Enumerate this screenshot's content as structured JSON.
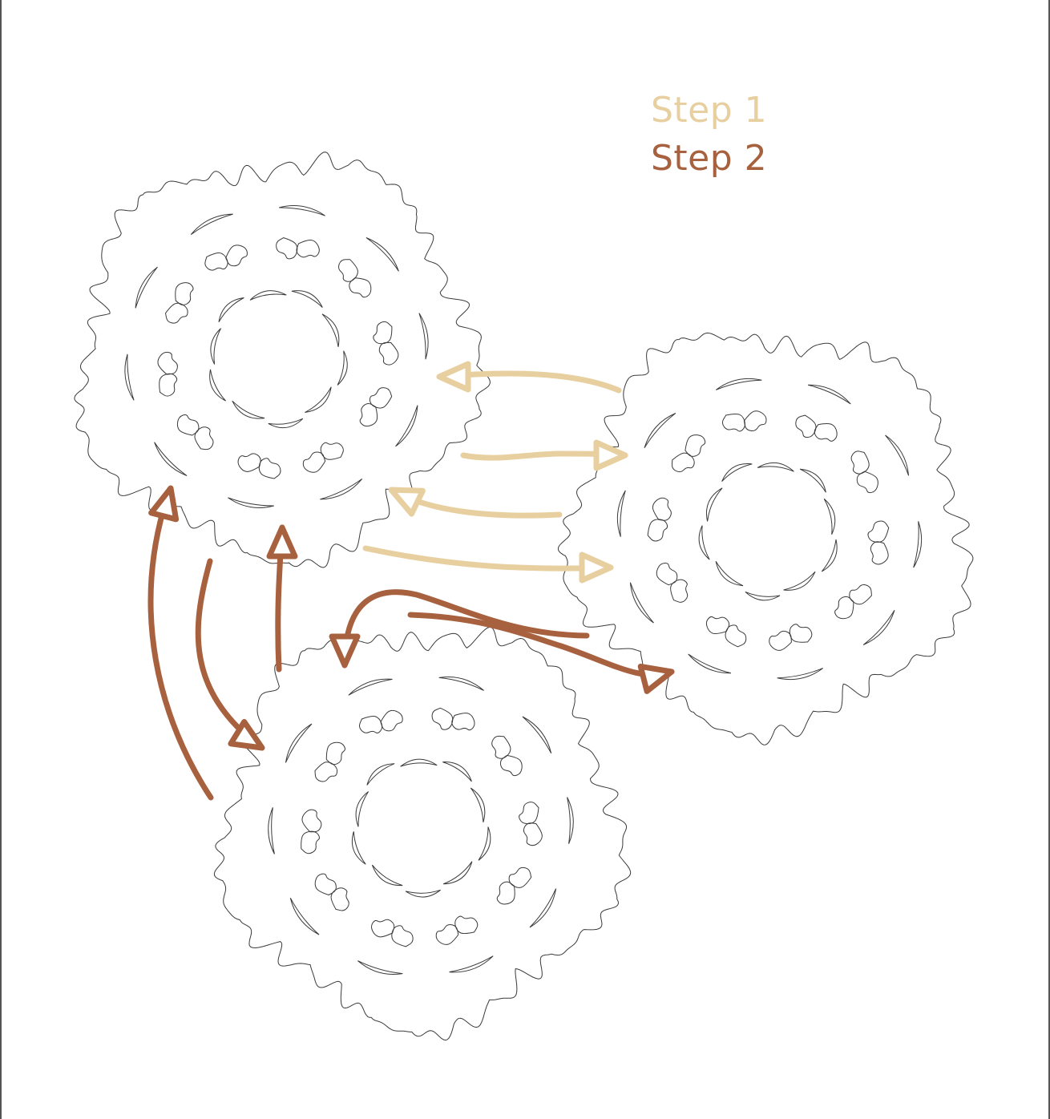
{
  "legend": [
    {
      "label": "Step 1",
      "color": "#E8CFA0"
    },
    {
      "label": "Step 2",
      "color": "#A8613E"
    }
  ],
  "colors": {
    "step1": "#E8CFA0",
    "step2": "#A8613E",
    "outline": "#3a3a3a"
  },
  "shapes": [
    {
      "id": "top-left-snowflake"
    },
    {
      "id": "right-snowflake"
    },
    {
      "id": "bottom-snowflake"
    }
  ],
  "arrows": [
    {
      "id": "s1-a",
      "step": 1
    },
    {
      "id": "s1-b",
      "step": 1
    },
    {
      "id": "s1-c",
      "step": 1
    },
    {
      "id": "s1-d",
      "step": 1
    },
    {
      "id": "s2-a",
      "step": 2
    },
    {
      "id": "s2-b",
      "step": 2
    },
    {
      "id": "s2-c",
      "step": 2
    },
    {
      "id": "s2-d",
      "step": 2
    },
    {
      "id": "s2-e",
      "step": 2
    }
  ]
}
